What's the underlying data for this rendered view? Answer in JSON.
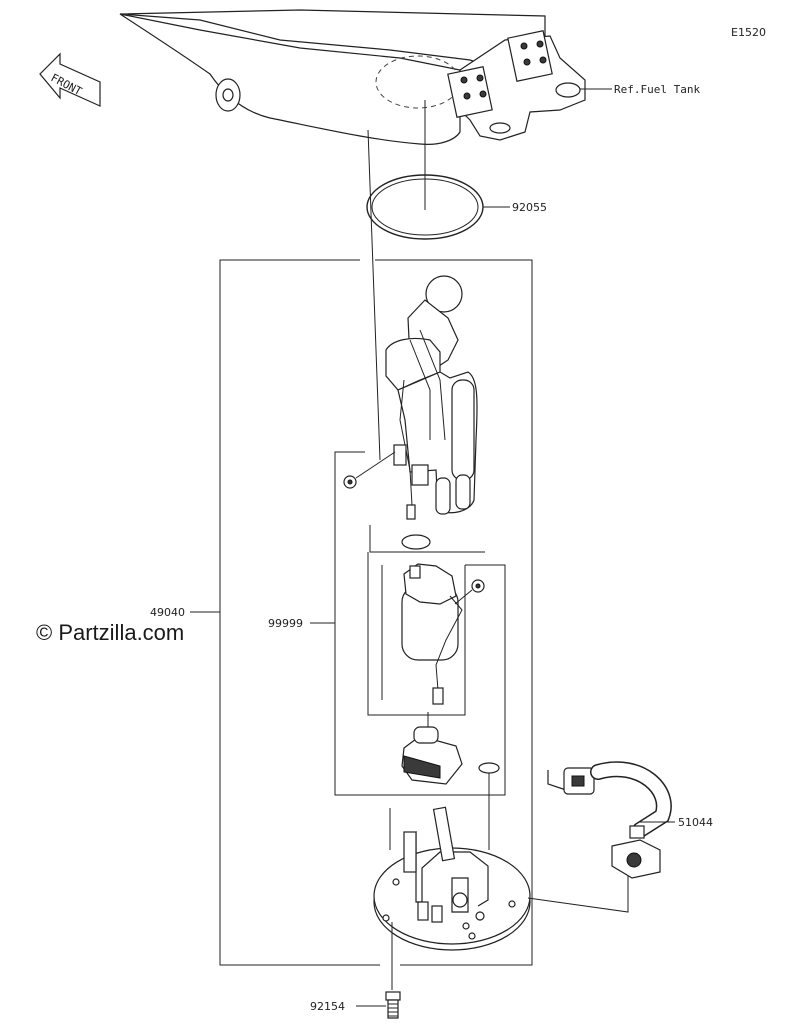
{
  "diagram_code": "E1520",
  "front_label": "FRONT",
  "watermark": "© Partzilla.com",
  "callouts": {
    "ref_fuel_tank": "Ref.Fuel Tank",
    "p92055": "92055",
    "p49040": "49040",
    "p99999": "99999",
    "p51044": "51044",
    "p92154": "92154"
  }
}
